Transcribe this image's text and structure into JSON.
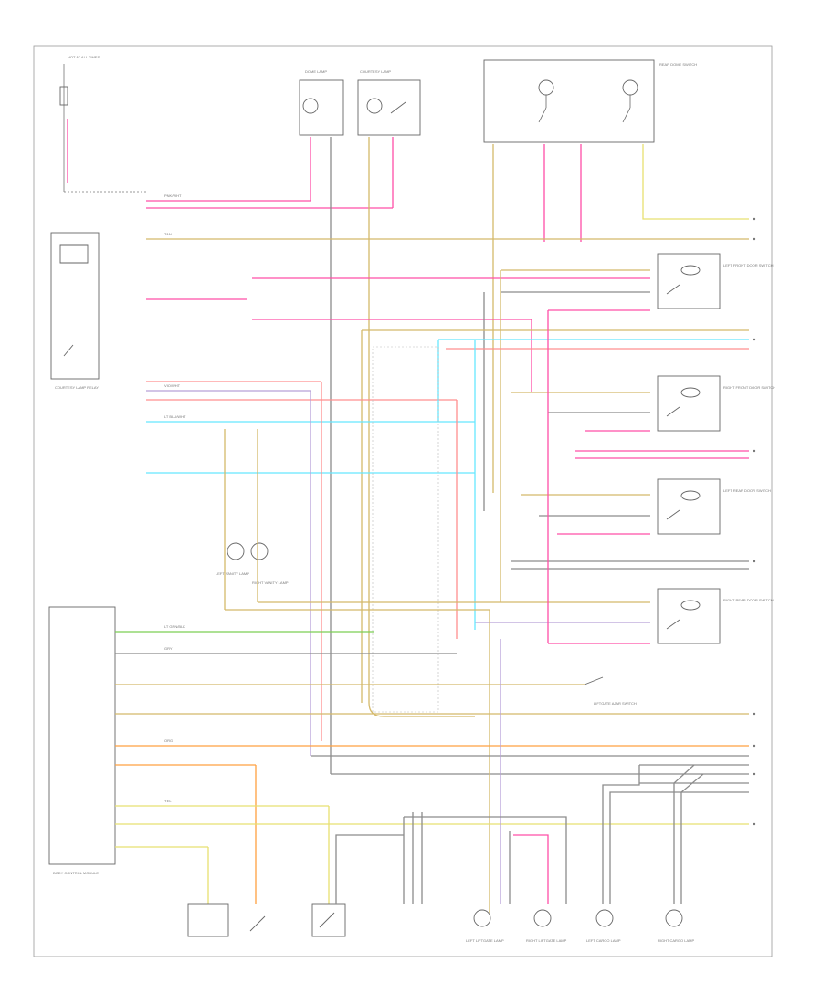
{
  "diagram": {
    "footer_code": "",
    "colors": {
      "pink": "#ff4fa7",
      "magenta": "#ff33cc",
      "tan": "#d4b96a",
      "orange": "#ffa040",
      "cyan": "#66e8ff",
      "green": "#7ccf55",
      "gray": "#8c8c8c",
      "violet": "#b6a0d8",
      "yellow": "#e8e070",
      "salmon": "#ff8f8f",
      "dark": "#555555"
    },
    "components": {
      "hot_at_all_times": "HOT AT ALL TIMES",
      "dome_lamp": "DOME LAMP",
      "courtesy_lamp": "COURTESY LAMP",
      "rear_dome_switch": "REAR DOME SWITCH",
      "courtesy_lamp_relay": "COURTESY LAMP RELAY",
      "left_door_switch": "LEFT FRONT DOOR SWITCH",
      "right_door_switch": "RIGHT FRONT DOOR SWITCH",
      "left_rear_door_switch": "LEFT REAR DOOR SWITCH",
      "right_rear_door_switch": "RIGHT REAR DOOR SWITCH",
      "right_vanity": "RIGHT VANITY LAMP",
      "left_vanity": "LEFT VANITY LAMP",
      "body_control_module": "BODY CONTROL MODULE",
      "liftgate_switch": "LIFTGATE AJAR SWITCH",
      "left_liftgate_lamp": "LEFT LIFTGATE LAMP",
      "right_liftgate_lamp": "RIGHT LIFTGATE LAMP",
      "left_cargo_lamp": "LEFT CARGO LAMP",
      "right_cargo_lamp": "RIGHT CARGO LAMP"
    },
    "wire_codes": {
      "pink": "PNK/WHT",
      "tan": "TAN",
      "cyan": "LT BLU/WHT",
      "gray": "GRY",
      "violet": "VIO/WHT",
      "orange": "ORG",
      "green": "LT GRN/BLK",
      "yellow": "YEL"
    }
  }
}
